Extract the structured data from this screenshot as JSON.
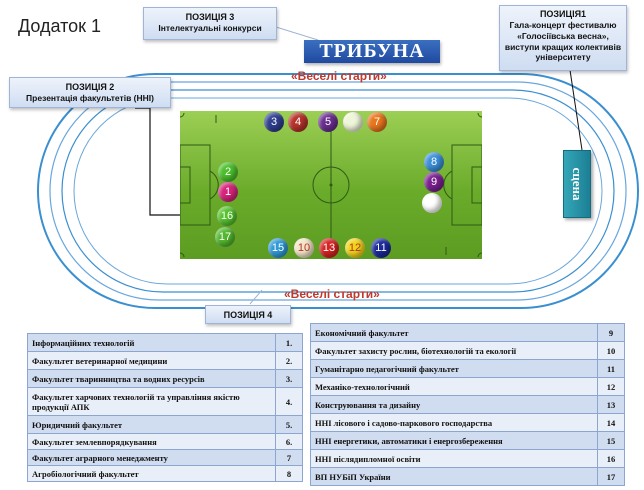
{
  "title": "Додаток 1",
  "tribuna": "ТРИБУНА",
  "scena": "сцена",
  "veseli_top": "«Веселі старти»",
  "veseli_bottom": "«Веселі старти»",
  "callouts": {
    "pos3": {
      "head": "ПОЗИЦІЯ 3",
      "body": "Інтелектуальні конкурси"
    },
    "pos1": {
      "head": "ПОЗИЦІЯ1",
      "body": "Гала-концерт фестивалю «Голосіївська весна», виступи кращих колективів університету"
    },
    "pos2": {
      "head": "ПОЗИЦІЯ 2",
      "body": "Презентація факультетів (ННІ)"
    },
    "pos4": {
      "head": "ПОЗИЦІЯ 4"
    }
  },
  "colors": {
    "track": "#3a8fd0",
    "field_light": "#9ccf55",
    "field_dark": "#5c9c22",
    "accent_red": "#c0392b"
  },
  "balls": [
    {
      "num": "3",
      "color": "#2f3f8f"
    },
    {
      "num": "4",
      "color": "#b5332a"
    },
    {
      "num": "5",
      "color": "#6a2f8f"
    },
    {
      "num": "",
      "color": "#eef5d8"
    },
    {
      "num": "7",
      "color": "#e8761d"
    },
    {
      "num": "2",
      "color": "#4bbf2b"
    },
    {
      "num": "1",
      "color": "#d6247a"
    },
    {
      "num": "16",
      "color": "#55c22d"
    },
    {
      "num": "17",
      "color": "#52b82d"
    },
    {
      "num": "8",
      "color": "#3b8fd8"
    },
    {
      "num": "9",
      "color": "#7a1f8f"
    },
    {
      "num": "",
      "color": "#ffffff"
    },
    {
      "num": "15",
      "color": "#2f9ad6"
    },
    {
      "num": "10",
      "color": "#f2e5c8"
    },
    {
      "num": "13",
      "color": "#d62222"
    },
    {
      "num": "12",
      "color": "#f0d41a"
    },
    {
      "num": "11",
      "color": "#1a2a9a"
    }
  ],
  "table_left": [
    {
      "name": "Інформаційних технологій",
      "num": "1."
    },
    {
      "name": "Факультет ветеринарної медицини",
      "num": "2."
    },
    {
      "name": "Факультет тваринництва та водних ресурсів",
      "num": "3."
    },
    {
      "name": "Факультет харчових технологій та управління якістю продукції АПК",
      "num": "4."
    },
    {
      "name": "Юридичний факультет",
      "num": "5."
    },
    {
      "name": "Факультет землевпорядкування",
      "num": "6."
    },
    {
      "name": "Факультет аграрного менеджменту",
      "num": "7"
    },
    {
      "name": "Агробіологічний факультет",
      "num": "8"
    }
  ],
  "table_right": [
    {
      "name": "Економічний факультет",
      "num": "9"
    },
    {
      "name": "Факультет захисту рослин, біотехнологій та екології",
      "num": "10"
    },
    {
      "name": "Гуманітарно педагогічний факультет",
      "num": "11"
    },
    {
      "name": "Механіко-технологічний",
      "num": "12"
    },
    {
      "name": "Конструювання та дизайну",
      "num": "13"
    },
    {
      "name": "ННІ лісового і садово-паркового господарства",
      "num": "14"
    },
    {
      "name": "ННІ енергетики, автоматики і енергозбереження",
      "num": "15"
    },
    {
      "name": "ННІ післядипломної освіти",
      "num": "16"
    },
    {
      "name": "ВП НУБіП України",
      "num": "17"
    }
  ]
}
